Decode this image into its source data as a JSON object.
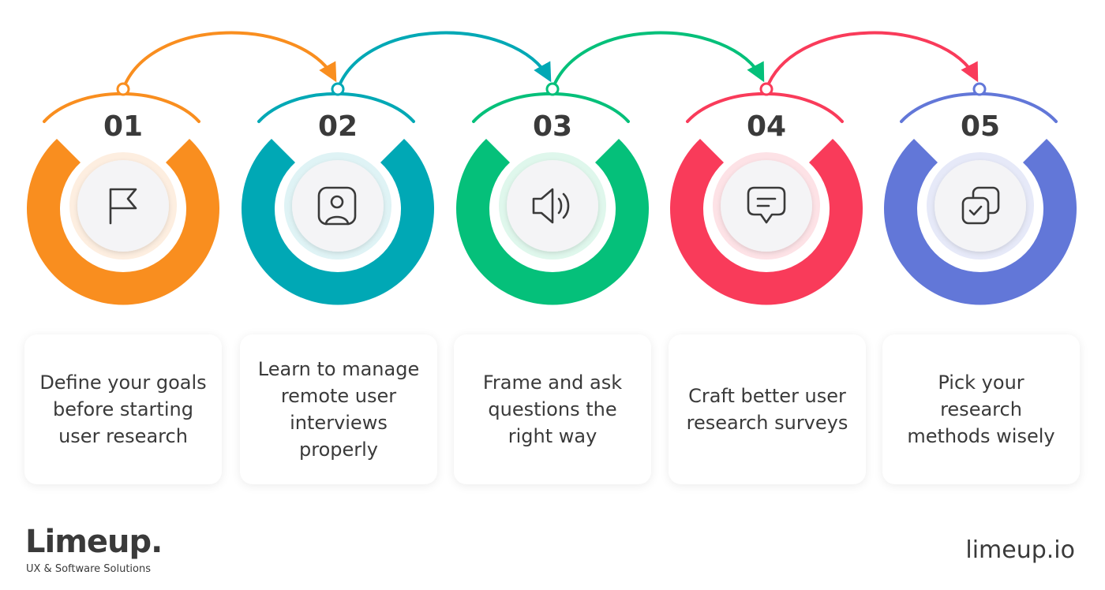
{
  "steps": [
    {
      "number": "01",
      "text": "Define your goals before starting user research",
      "color": "#f98e1f",
      "icon": "flag-icon"
    },
    {
      "number": "02",
      "text": "Learn to manage remote user interviews properly",
      "color": "#00a8b5",
      "icon": "user-portrait-icon"
    },
    {
      "number": "03",
      "text": "Frame and ask questions the right way",
      "color": "#05c07a",
      "icon": "speaker-icon"
    },
    {
      "number": "04",
      "text": "Craft better user research surveys",
      "color": "#f93b5a",
      "icon": "chat-bubble-icon"
    },
    {
      "number": "05",
      "text": "Pick your research methods wisely",
      "color": "#6277d8",
      "icon": "copy-check-icon"
    }
  ],
  "brand": {
    "name": "Limeup.",
    "tagline": "UX & Software Solutions",
    "site": "limeup.io"
  }
}
